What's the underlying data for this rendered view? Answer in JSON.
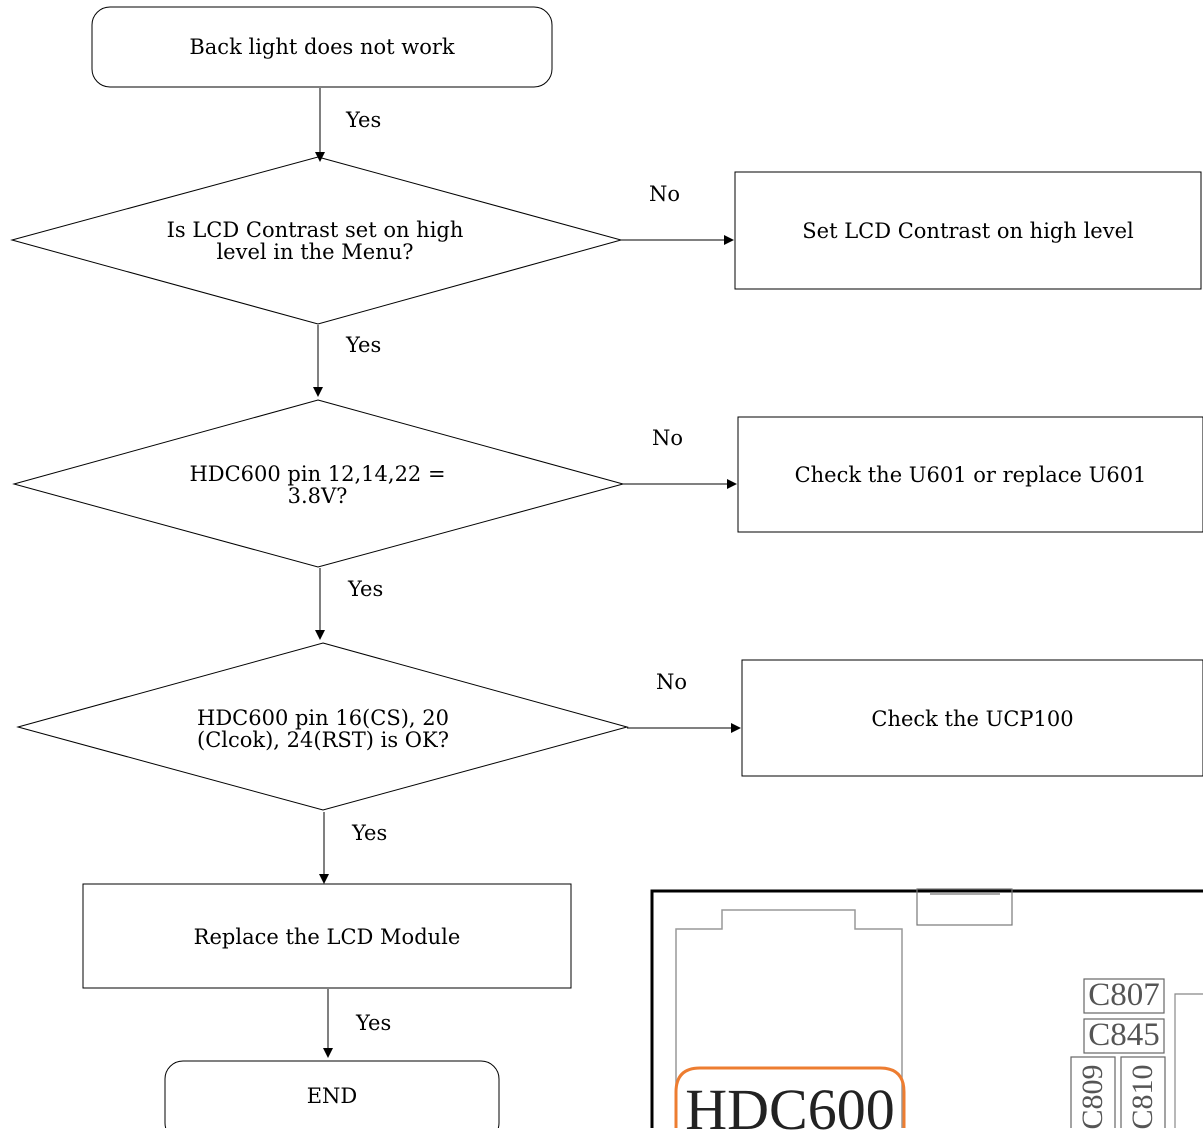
{
  "flowchart": {
    "start": "Back light does not work",
    "decision1": "Is LCD Contrast set on high level in the Menu?",
    "decision2": "HDC600 pin 12,14,22 = 3.8V?",
    "decision3": "HDC600 pin 16(CS), 20 (Clcok), 24(RST) is OK?",
    "action1": "Set LCD Contrast on high level",
    "action2": "Check the U601 or replace U601",
    "action3": "Check the UCP100",
    "replace": "Replace the LCD Module",
    "end": "END",
    "edge_yes": "Yes",
    "edge_no": "No"
  },
  "pcb_inset": {
    "labels": {
      "c807": "C807",
      "c845": "C845",
      "c809": "C809",
      "c810": "C810",
      "hdc600": "HDC600"
    }
  }
}
